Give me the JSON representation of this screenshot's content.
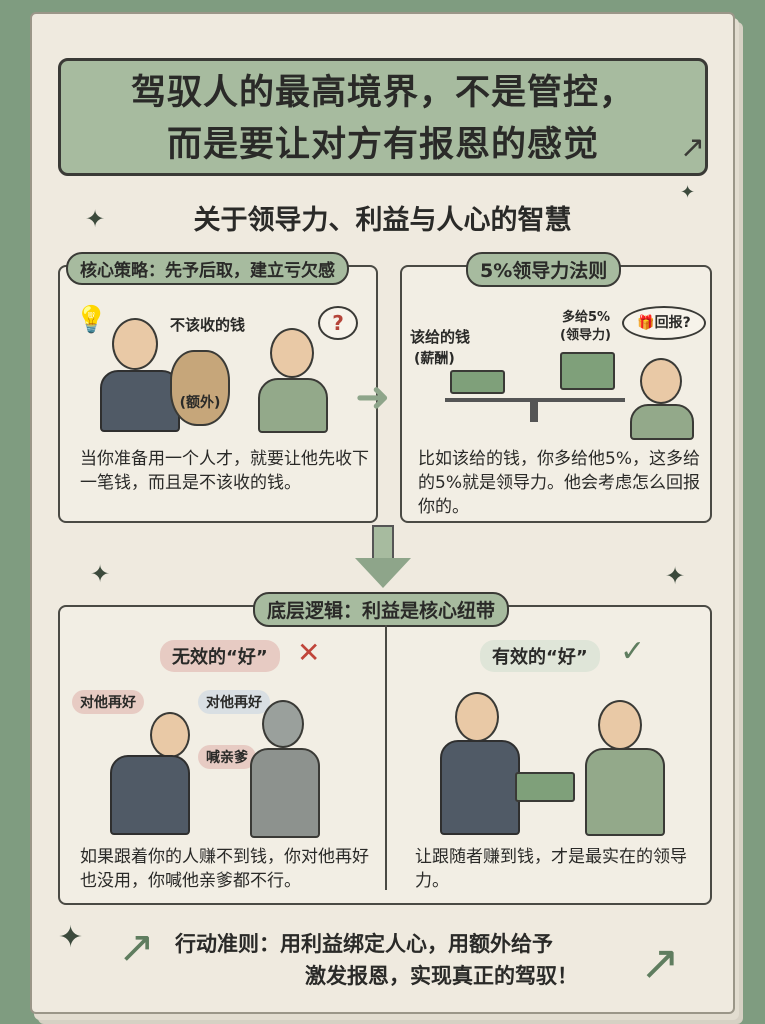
{
  "title": {
    "line1": "驾驭人的最高境界，不是管控，",
    "line2": "而是要让对方有报恩的感觉"
  },
  "subtitle": "关于领导力、利益与人心的智慧",
  "left_panel": {
    "tag": "核心策略：先予后取，建立亏欠感",
    "speech": "不该收的钱",
    "bag_label": "(额外)",
    "question": "?",
    "text": "当你准备用一个人才，就要让他先收下一笔钱，而且是不该收的钱。"
  },
  "right_panel": {
    "tag": "5%领导力法则",
    "salary_label": "该给的钱",
    "salary_sub": "(薪酬)",
    "extra_label": "多给5%",
    "extra_sub": "(领导力)",
    "thought": "回报?",
    "text": "比如该给的钱，你多给他5%，这多给的5%就是领导力。他会考虑怎么回报你的。"
  },
  "bottom_panel": {
    "tag": "底层逻辑：利益是核心纽带",
    "invalid": {
      "title": "无效的“好”",
      "bubbles": [
        "对他再好",
        "对他再好",
        "喊亲爹"
      ],
      "text": "如果跟着你的人赚不到钱，你对他再好也没用，你喊他亲爹都不行。"
    },
    "valid": {
      "title": "有效的“好”",
      "text": "让跟随者赚到钱，才是最实在的领导力。"
    }
  },
  "footer": {
    "line1": "行动准则：用利益绑定人心，用额外给予",
    "line2": "激发报恩，实现真正的驾驭！"
  },
  "colors": {
    "background": "#7f9c80",
    "paper": "#efeadf",
    "accent_green": "#a7bb9f",
    "cross": "#c0453a",
    "check": "#5f7d5f"
  }
}
